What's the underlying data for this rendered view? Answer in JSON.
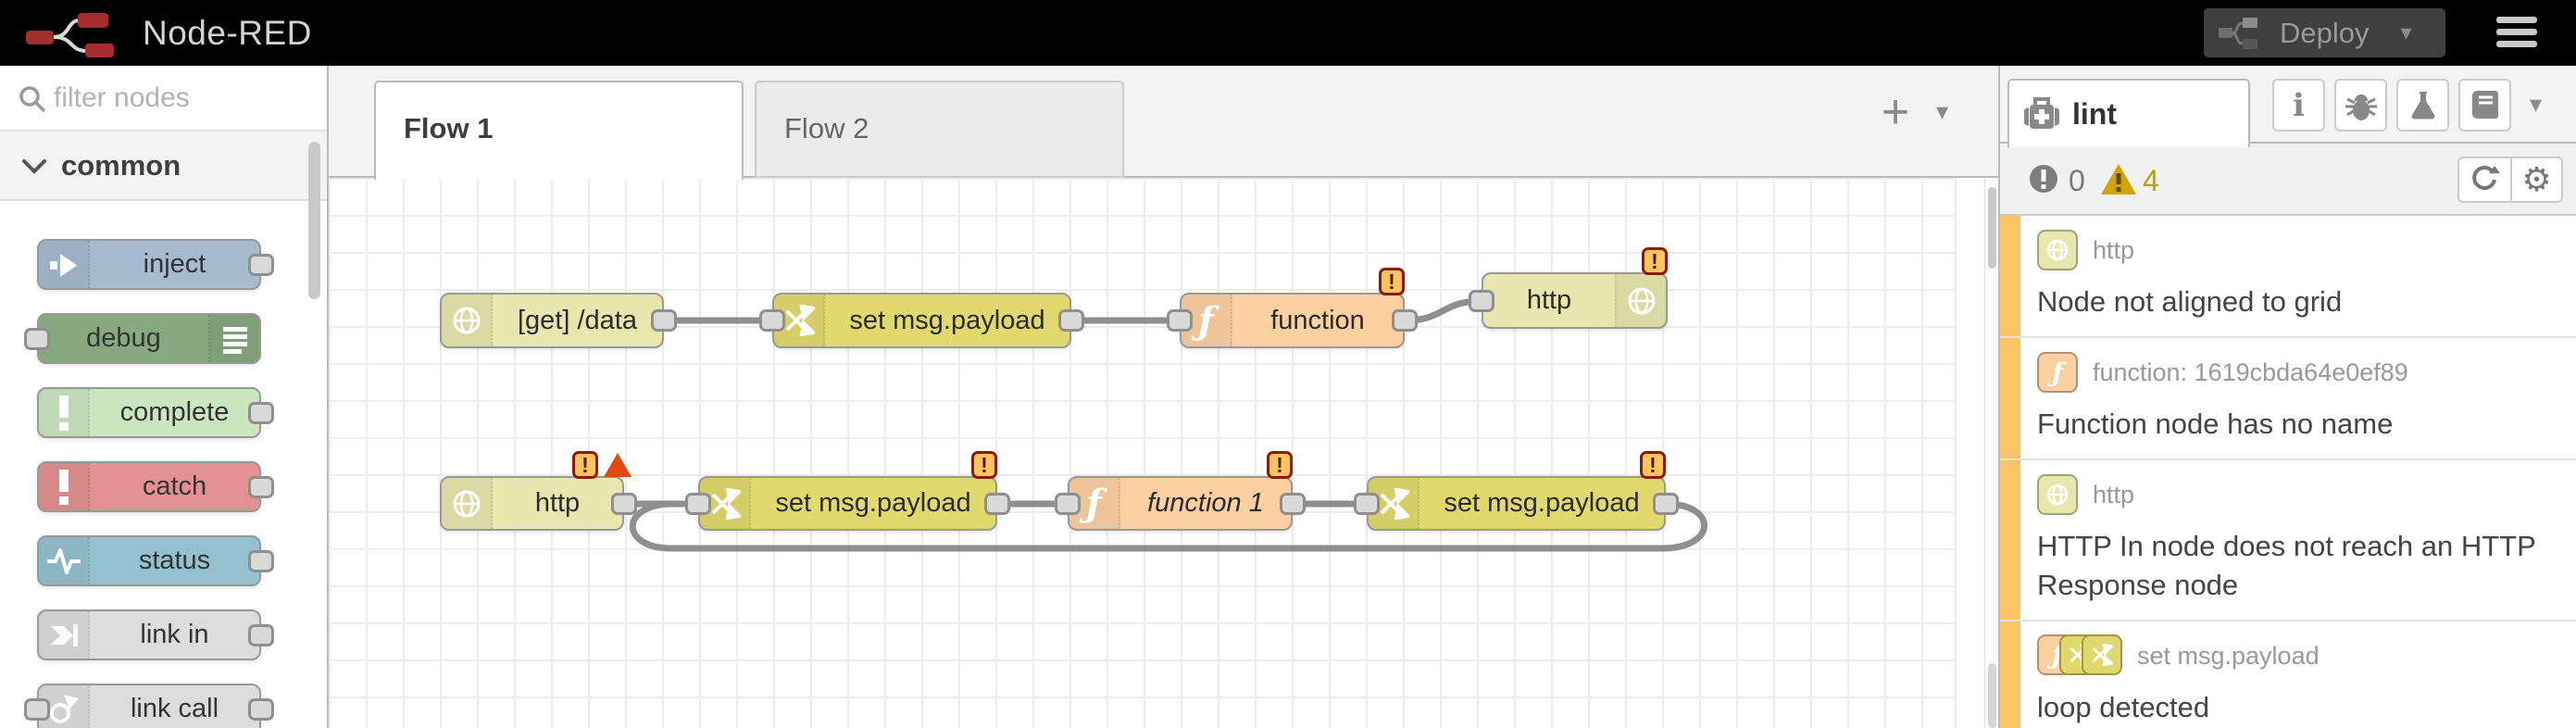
{
  "header": {
    "app_title": "Node-RED",
    "deploy": {
      "label": "Deploy"
    }
  },
  "palette": {
    "filter_placeholder": "filter nodes",
    "category": {
      "label": "common"
    },
    "nodes": [
      {
        "label": "inject",
        "type": "inject",
        "color": "#a6bbcf"
      },
      {
        "label": "debug",
        "type": "debug",
        "color": "#87a980"
      },
      {
        "label": "complete",
        "type": "complete",
        "color": "#cbe7c0"
      },
      {
        "label": "catch",
        "type": "catch",
        "color": "#e49191"
      },
      {
        "label": "status",
        "type": "status",
        "color": "#94c1d0"
      },
      {
        "label": "link in",
        "type": "link in",
        "color": "#dddddd"
      },
      {
        "label": "link call",
        "type": "link call",
        "color": "#dddddd"
      }
    ]
  },
  "workspace": {
    "tabs": [
      {
        "label": "Flow 1",
        "active": true
      },
      {
        "label": "Flow 2",
        "active": false
      }
    ],
    "nodes": [
      {
        "label": "[get] /data",
        "type": "http in",
        "color": "#e7e7ae"
      },
      {
        "label": "set msg.payload",
        "type": "change",
        "color": "#e2d96e"
      },
      {
        "label": "function",
        "type": "function",
        "color": "#fdd0a2",
        "warning": true
      },
      {
        "label": "http",
        "type": "http response",
        "color": "#e7e7ae",
        "warning": true
      },
      {
        "label": "http",
        "type": "http in",
        "color": "#e7e7ae",
        "warning": true,
        "error": true
      },
      {
        "label": "set msg.payload",
        "type": "change",
        "color": "#e2d96e",
        "warning": true
      },
      {
        "label": "function 1",
        "type": "function",
        "color": "#fdd0a2",
        "warning": true
      },
      {
        "label": "set msg.payload",
        "type": "change",
        "color": "#e2d96e",
        "warning": true
      }
    ]
  },
  "sidebar": {
    "tab_label": "lint",
    "error_count": "0",
    "warning_count": "4",
    "items": [
      {
        "node_label": "http",
        "message": "Node not aligned to grid"
      },
      {
        "node_label": "function: 1619cbda64e0ef89",
        "message": "Function node has no name"
      },
      {
        "node_label": "http",
        "message": "HTTP In node does not reach an HTTP Response node"
      },
      {
        "node_label": "set msg.payload",
        "message": "loop detected"
      }
    ]
  },
  "glyphs": {
    "badge": "!",
    "warn": "!",
    "err": "!",
    "plus": "+",
    "caret": "▾",
    "fn": "ƒ"
  },
  "colors": {
    "warning_badge_bg": "#fbc55d",
    "warning_badge_border": "#8e1a0b",
    "error_triangle": "#e2470c",
    "lint_stripe": "#f9c565",
    "warn_summary": "#d0a500",
    "wire": "#8f8f8f"
  }
}
